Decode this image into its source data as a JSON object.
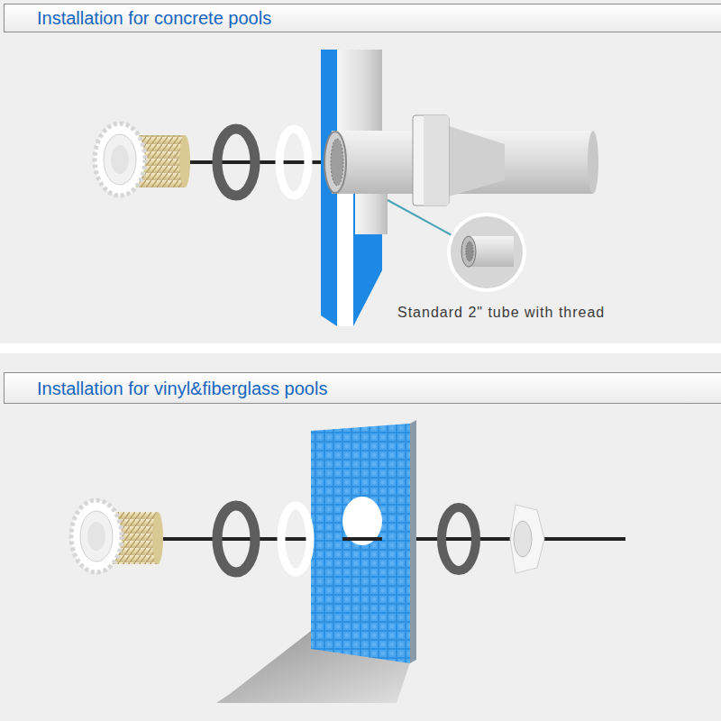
{
  "diagram": {
    "nodes": [
      {
        "text": [
          "Installation for concrete pools"
        ]
      },
      {
        "text": [
          "Installation for vinyl&fiberglass pools"
        ]
      }
    ],
    "labels": [
      "Standard 2\" tube with thread"
    ]
  }
}
